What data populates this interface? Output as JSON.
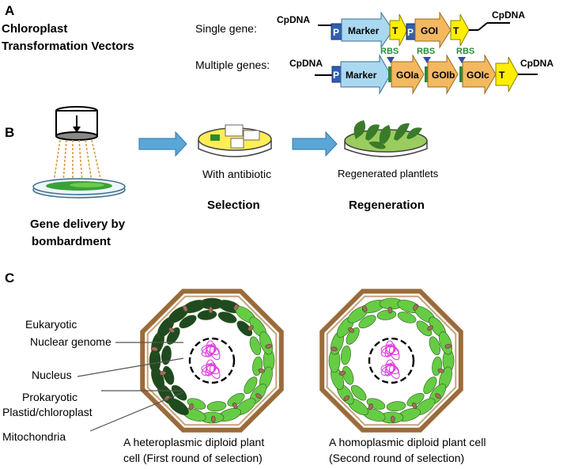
{
  "panels": {
    "a": {
      "letter": "A",
      "title_line1": "Chloroplast",
      "title_line2": "Transformation Vectors",
      "single_label": "Single gene:",
      "multiple_label": "Multiple genes:",
      "cpdna": "CpDNA",
      "promoter": "P",
      "marker": "Marker",
      "terminator": "T",
      "goi": "GOI",
      "goia": "GOIa",
      "goib": "GOIb",
      "goic": "GOIc",
      "rbs": "RBS"
    },
    "b": {
      "letter": "B",
      "delivery_line1": "Gene delivery by",
      "delivery_line2": "bombardment",
      "antibiotic": "With antibiotic",
      "selection": "Selection",
      "plantlets": "Regenerated plantlets",
      "regeneration": "Regeneration"
    },
    "c": {
      "letter": "C",
      "euk_line1": "Eukaryotic",
      "euk_line2": "Nuclear genome",
      "nucleus": "Nucleus",
      "prok_line1": "Prokaryotic",
      "prok_line2": "Plastid/chloroplast",
      "mito": "Mitochondria",
      "hetero_line1": "A heteroplasmic diploid plant",
      "hetero_line2": "cell (First round of selection)",
      "homo_line1": "A homoplasmic diploid plant cell",
      "homo_line2": "(Second round of selection)"
    }
  },
  "colors": {
    "promoter": "#2f5fb3",
    "marker": "#a9d8f0",
    "terminator": "#ffee00",
    "goi": "#f4b860",
    "rbs": "#2a8a3a",
    "arrow": "#5aa6d6",
    "light_plastid": "#66cc44",
    "dark_plastid": "#1f4a1f",
    "wall": "#9b6b3a",
    "nucleus_dna": "#e040e0"
  }
}
